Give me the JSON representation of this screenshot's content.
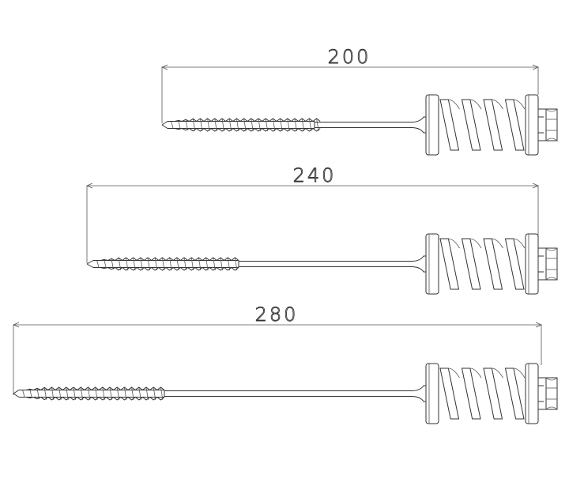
{
  "drawing": {
    "line_color": "#333333",
    "background": "#ffffff",
    "screws": [
      {
        "length_label": "200"
      },
      {
        "length_label": "240"
      },
      {
        "length_label": "280"
      }
    ]
  }
}
